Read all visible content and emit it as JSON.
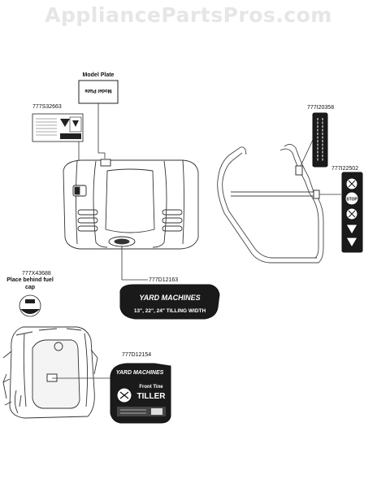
{
  "watermark": "AppliancePartsPros.com",
  "labels": {
    "model_plate_title": "Model Plate",
    "model_plate_inner": "Model Plate",
    "fuel_cap_note_line1": "Place behind fuel",
    "fuel_cap_note_line2": "cap"
  },
  "part_numbers": {
    "warning_decal": "777S32663",
    "handle_decal": "777I20358",
    "control_decal": "777I22502",
    "front_decal": "777D12163",
    "fuel_cap_decal": "777X43688",
    "engine_decal": "777D12154"
  },
  "decals": {
    "brand": "YARD MACHINES",
    "tilling_width": "13\", 22\", 24\" TILLING WIDTH",
    "front_tine": "Front Tine",
    "tiller": "TILLER",
    "stop": "STOP"
  },
  "colors": {
    "line": "#333333",
    "decal_dark": "#1a1a1a"
  }
}
